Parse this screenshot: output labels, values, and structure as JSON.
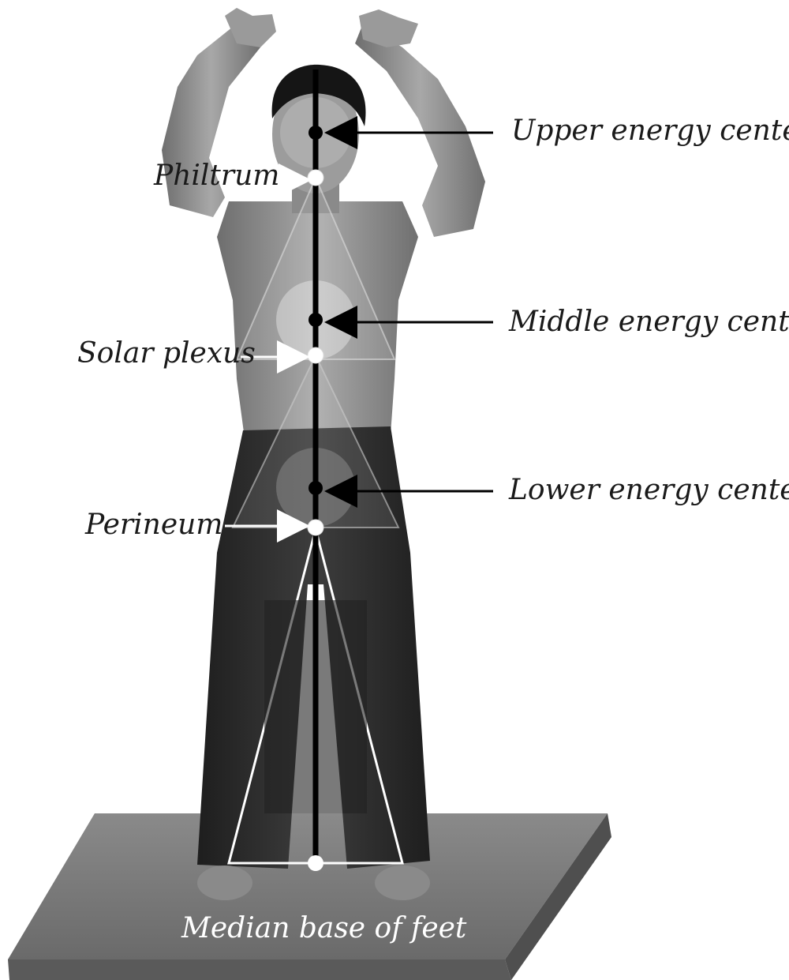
{
  "labels": {
    "upper_energy_center": "Upper energy center",
    "middle_energy_center": "Middle energy center",
    "lower_energy_center": "Lower energy center",
    "philtrum": "Philtrum",
    "solar_plexus": "Solar plexus",
    "perineum": "Perineum",
    "median_base_of_feet": "Median base of feet"
  },
  "colors": {
    "skin": "#8c8c8c",
    "pants": "#2e2e2e",
    "hair": "#151515",
    "mat_top": "#7a7a7a",
    "mat_edge": "#555555",
    "energy_circle": "#cfcfcf",
    "axis_line": "#000000",
    "point_black": "#000000",
    "point_white": "#ffffff"
  }
}
